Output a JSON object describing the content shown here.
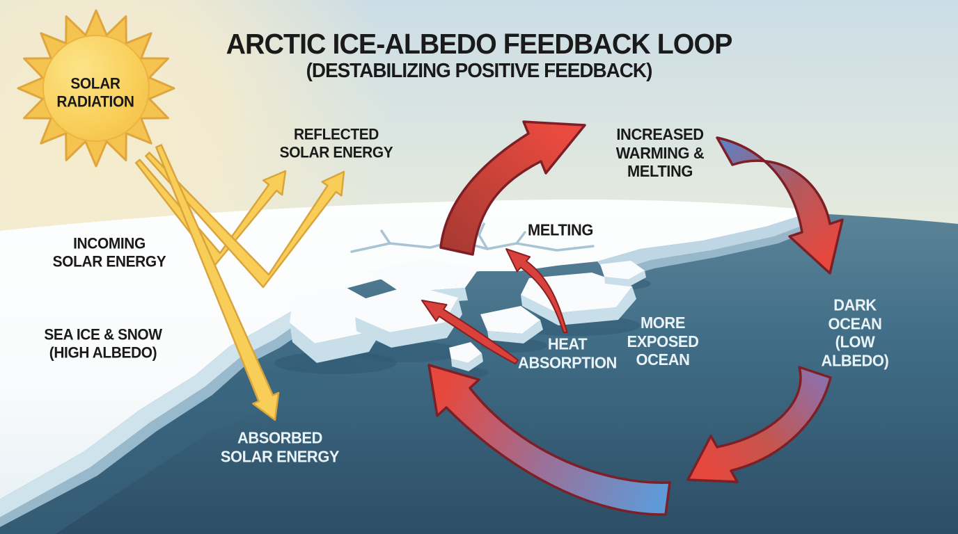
{
  "title": {
    "main": "ARCTIC ICE-ALBEDO FEEDBACK LOOP",
    "sub": "(DESTABILIZING POSITIVE FEEDBACK)"
  },
  "labels": {
    "solar_radiation": "SOLAR\nRADIATION",
    "reflected": "REFLECTED\nSOLAR ENERGY",
    "incoming": "INCOMING\nSOLAR ENERGY",
    "sea_ice": "SEA ICE & SNOW\n(HIGH ALBEDO)",
    "melting": "MELTING",
    "increased_warming": "INCREASED\nWARMING &\nMELTING",
    "heat_absorption": "HEAT\nABSORPTION",
    "more_exposed": "MORE\nEXPOSED\nOCEAN",
    "dark_ocean": "DARK OCEAN\n(LOW ALBEDO)",
    "absorbed": "ABSORBED\nSOLAR ENERGY"
  },
  "icons": {
    "sun": "sun-icon",
    "yellow_arrows": "solar-ray-arrows",
    "red_arrows": "feedback-loop-arrows"
  },
  "colors": {
    "sky_top": "#CBDDE6",
    "sky_bottom": "#E7EBDD",
    "sky_warm": "#F7ECCC",
    "ice": "#F9FBFC",
    "ice_deep": "#E9F1F5",
    "cliff": "#BFD7E4",
    "cliff_dark": "#A3C2D4",
    "ocean_top": "#5D8599",
    "ocean_mid": "#416E87",
    "ocean_deep": "#2C4E66",
    "floe_side": "#C8DEE9",
    "floe_shadow": "#2F5871",
    "crack": "#9FBDCF",
    "sun_core": "#F9CE58",
    "sun_light": "#FCE489",
    "sun_ray": "#F5C350",
    "sun_stroke": "#DFA63E",
    "yellow": "#F8CE58",
    "yellow_stroke": "#D9A43C",
    "red": "#E6483E",
    "red_dark": "#A83A33",
    "red_stroke": "#7D1F26",
    "blue_arrow": "#5E9AD8",
    "blue_arrow2": "#6080C2",
    "purple_arrow": "#8F6FA8",
    "text_dark": "#1A1A1A",
    "text_light": "#EAF3F7"
  }
}
